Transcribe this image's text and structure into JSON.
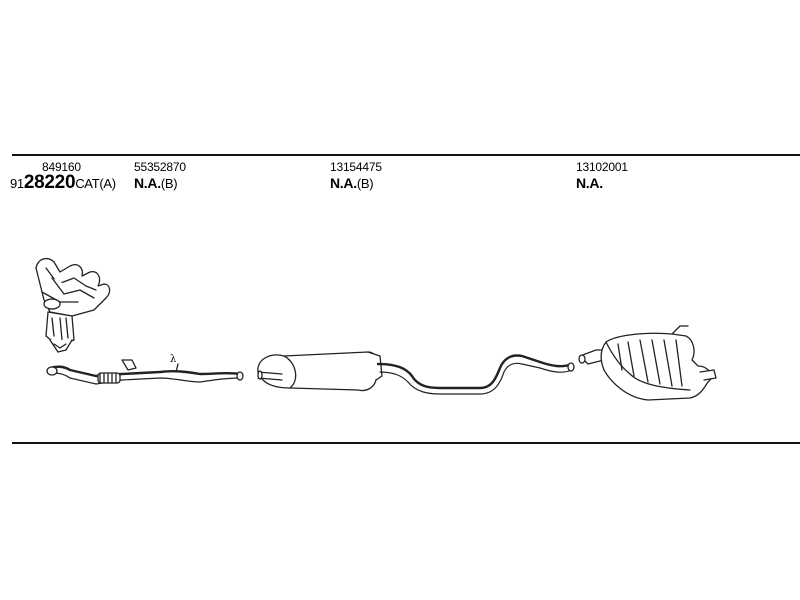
{
  "parts": [
    {
      "number": "849160",
      "code_prefix": "91",
      "code_main": "28220",
      "code_suffix": "CAT(A)"
    },
    {
      "number": "55352870",
      "code_prefix": "",
      "code_main": "N.A.",
      "code_suffix": "(B)"
    },
    {
      "number": "13154475",
      "code_prefix": "",
      "code_main": "N.A.",
      "code_suffix": "(B)"
    },
    {
      "number": "13102001",
      "code_prefix": "",
      "code_main": "N.A.",
      "code_suffix": ""
    }
  ],
  "sensor_symbol": "λ"
}
